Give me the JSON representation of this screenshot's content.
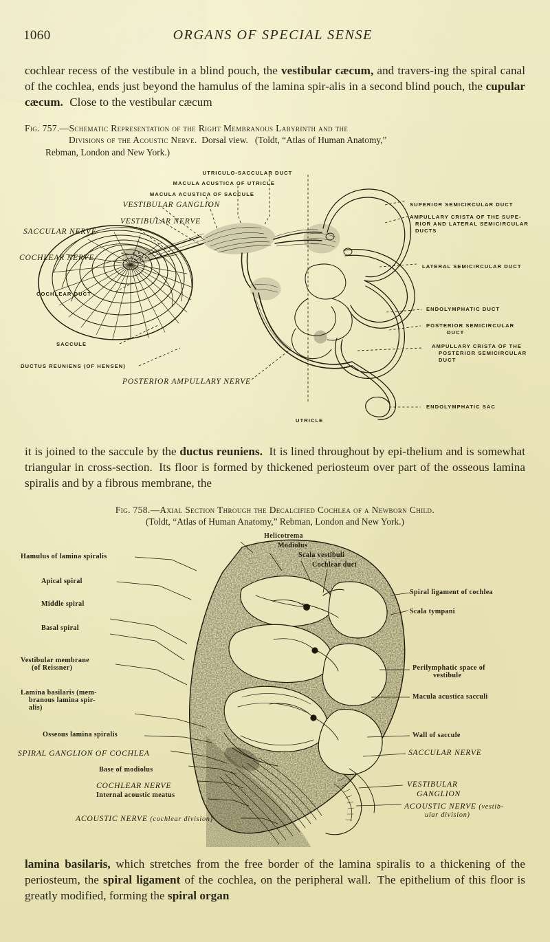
{
  "page": {
    "folio": "1060",
    "running_title": "ORGANS OF SPECIAL SENSE",
    "paper_color": "#eae5ba",
    "ink_color": "#2a2618"
  },
  "paragraphs": {
    "top": {
      "seg1": "cochlear recess of the vestibule in a blind pouch, the ",
      "bold1": "vestibular cæcum,",
      "seg2": " and travers-ing the spiral canal of the cochlea, ends just beyond the hamulus of the lamina spir-alis in a second blind pouch, the ",
      "bold2": "cupular cæcum.",
      "seg3": "Close to the vestibular cæcum"
    },
    "middle": {
      "seg1": "it is joined to the saccule by the ",
      "bold1": "ductus reuniens.",
      "seg2": "It is lined throughout by epi-thelium and is somewhat triangular in cross-section.",
      "seg3": "Its floor is formed by thickened periosteum over part of the osseous lamina spiralis and by a fibrous membrane, the"
    },
    "bottom": {
      "bold1": "lamina basilaris,",
      "seg1": " which stretches from the free border of the lamina spiralis to a thickening of the periosteum, the ",
      "bold2": "spiral ligament",
      "seg2": " of the cochlea, on the peripheral wall.",
      "seg3": "The epithelium of this floor is greatly modified, forming the ",
      "bold3": "spiral organ"
    }
  },
  "figure_757": {
    "caption": {
      "number": "Fig. 757.—",
      "title_line1": "Schematic Representation of the Right Membranous Labyrinth and the",
      "title_line2": "Divisions of the Acoustic Nerve.",
      "view": "Dorsal view.",
      "source": "(Toldt, “Atlas of Human Anatomy,”",
      "source_line2": "Rebman, London and New York.)"
    },
    "labels": {
      "utriculo_saccular_duct": "UTRICULO-SACCULAR DUCT",
      "macula_utricle": "MACULA ACUSTICA OF UTRICLE",
      "macula_saccule": "MACULA ACUSTICA OF SACCULE",
      "vestibular_ganglion": "VESTIBULAR GANGLION",
      "vestibular_nerve": "VESTIBULAR NERVE",
      "saccular_nerve": "SACCULAR NERVE",
      "cochlear_nerve": "COCHLEAR NERVE",
      "cochlear_duct": "COCHLEAR DUCT",
      "saccule": "SACCULE",
      "ductus_reuniens": "DUCTUS REUNIENS (OF HENSEN)",
      "posterior_ampullary_nerve": "POSTERIOR AMPULLARY NERVE",
      "utricle": "UTRICLE",
      "superior_semicircular_duct": "SUPERIOR SEMICIRCULAR DUCT",
      "ampullary_crista_sup_lat_l1": "AMPULLARY CRISTA OF THE SUPE-",
      "ampullary_crista_sup_lat_l2": "RIOR AND LATERAL SEMICIRCULAR",
      "ampullary_crista_sup_lat_l3": "DUCTS",
      "lateral_semicircular_duct": "LATERAL SEMICIRCULAR DUCT",
      "endolymphatic_duct": "ENDOLYMPHATIC DUCT",
      "posterior_semicircular_duct_l1": "POSTERIOR SEMICIRCULAR",
      "posterior_semicircular_duct_l2": "DUCT",
      "ampullary_crista_post_l1": "AMPULLARY CRISTA OF THE",
      "ampullary_crista_post_l2": "POSTERIOR SEMICIRCULAR",
      "ampullary_crista_post_l3": "DUCT",
      "endolymphatic_sac": "ENDOLYMPHATIC SAC"
    }
  },
  "figure_758": {
    "caption": {
      "number": "Fig. 758.—",
      "title": "Axial Section Through the Decalcified Cochlea of a Newborn Child.",
      "source": "(Toldt, “Atlas of Human Anatomy,” Rebman, London and New York.)"
    },
    "labels": {
      "helicotrema": "Helicotrema",
      "modiolus": "Modiolus",
      "scala_vestibuli": "Scala vestibuli",
      "cochlear_duct": "Cochlear duct",
      "hamulus": "Hamulus of lamina spiralis",
      "apical_spiral": "Apical spiral",
      "middle_spiral": "Middle spiral",
      "basal_spiral": "Basal spiral",
      "vestibular_membrane_l1": "Vestibular membrane",
      "vestibular_membrane_l2": "(of Reissner)",
      "lamina_basilaris_l1": "Lamina basilaris (mem-",
      "lamina_basilaris_l2": "branous lamina spir-",
      "lamina_basilaris_l3": "alis)",
      "osseous_lamina_spiralis": "Osseous lamina spiralis",
      "spiral_ganglion": "SPIRAL GANGLION OF COCHLEA",
      "base_of_modiolus": "Base of modiolus",
      "cochlear_nerve": "COCHLEAR NERVE",
      "internal_acoustic_meatus": "Internal acoustic meatus",
      "acoustic_nerve_cochlear": "ACOUSTIC NERVE",
      "acoustic_nerve_cochlear_paren": "(cochlear division)",
      "spiral_ligament": "Spiral ligament of cochlea",
      "scala_tympani": "Scala tympani",
      "perilymphatic_space_l1": "Perilymphatic space of",
      "perilymphatic_space_l2": "vestibule",
      "macula_acustica_sacculi": "Macula acustica sacculi",
      "wall_of_saccule": "Wall of saccule",
      "saccular_nerve": "SACCULAR NERVE",
      "vestibular_ganglion_l1": "VESTIBULAR",
      "vestibular_ganglion_l2": "GANGLION",
      "acoustic_nerve_vestib_l1": "ACOUSTIC NERVE",
      "acoustic_nerve_vestib_paren1": "(vestib-",
      "acoustic_nerve_vestib_paren2": "ular division)"
    }
  }
}
